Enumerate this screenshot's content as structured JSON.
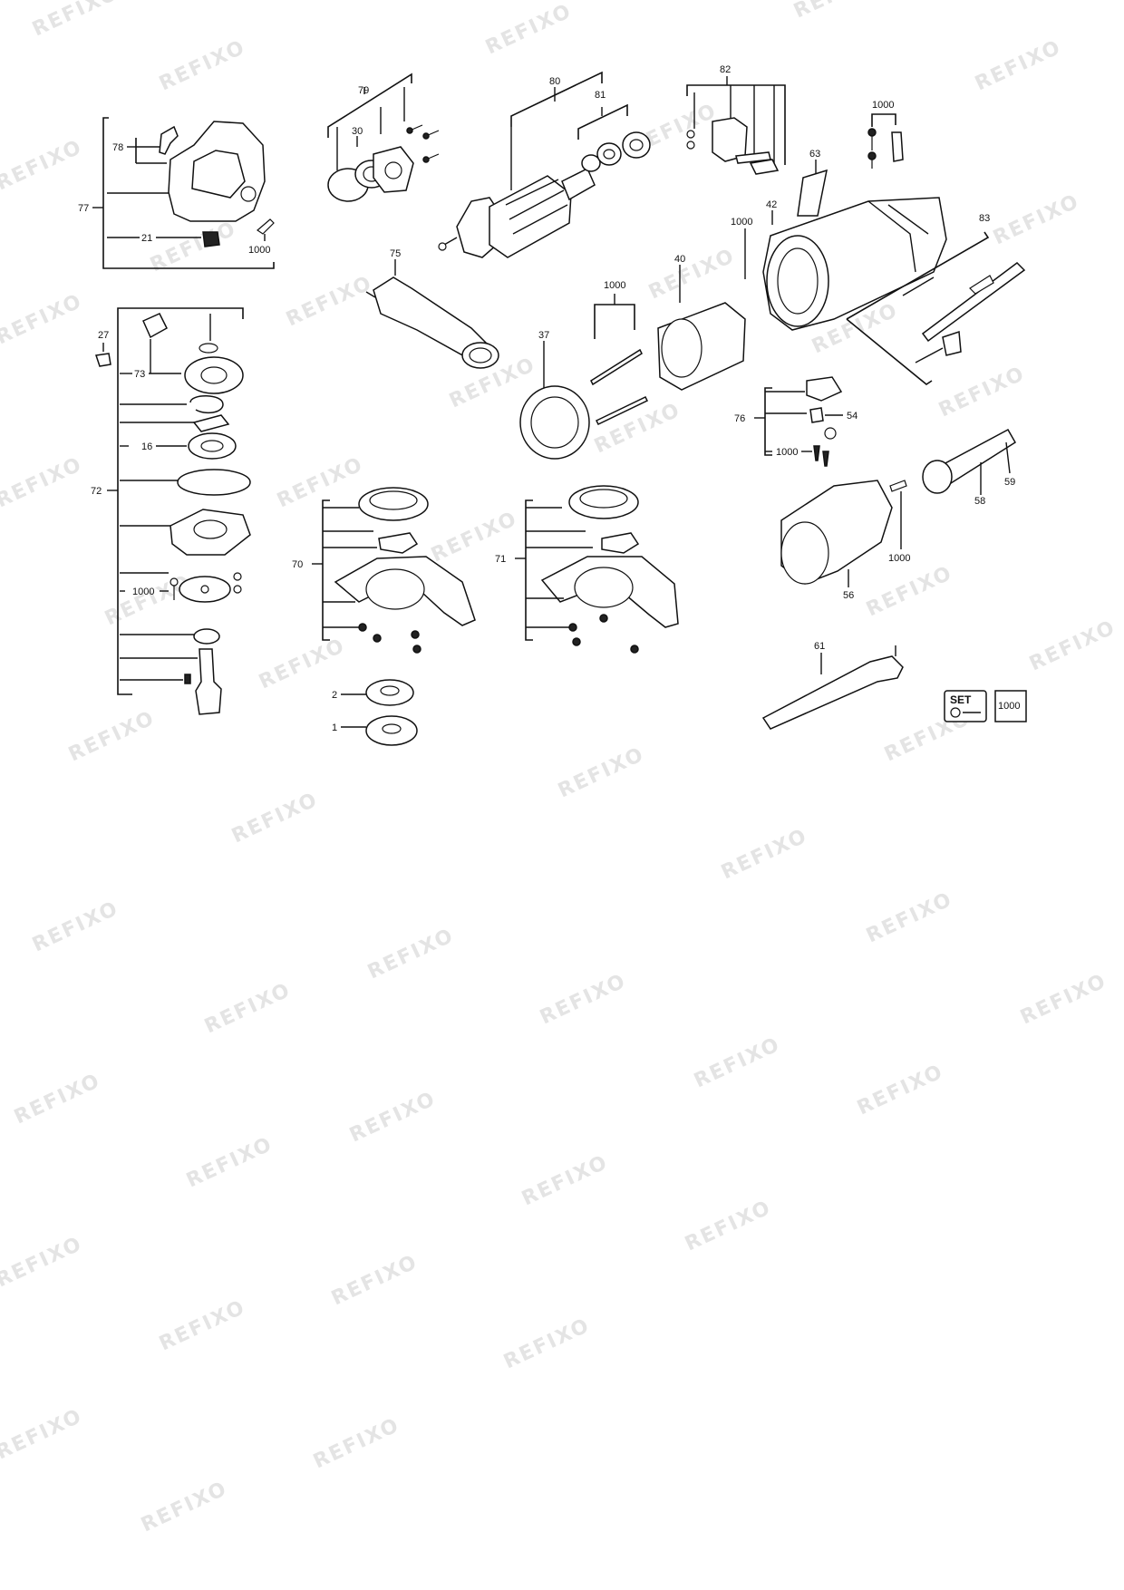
{
  "watermark": {
    "text": "REFIXO",
    "color": "#e4e4e4"
  },
  "labels": {
    "p77": "77",
    "p78": "78",
    "p21": "21",
    "p1000_top_left": "1000",
    "p79": "79",
    "p30": "30",
    "p80": "80",
    "p81": "81",
    "p82": "82",
    "p1000_switch": "1000",
    "p63": "63",
    "p42": "42",
    "p1000_housing": "1000",
    "p83": "83",
    "p75": "75",
    "p1000_screws": "1000",
    "p40": "40",
    "p37": "37",
    "p27": "27",
    "p73": "73",
    "p16": "16",
    "p72": "72",
    "p1000_gear": "1000",
    "p70": "70",
    "p71": "71",
    "p76": "76",
    "p54": "54",
    "p1000_brush": "1000",
    "p58": "58",
    "p59": "59",
    "p1000_cover": "1000",
    "p56": "56",
    "p2": "2",
    "p1": "1",
    "p61": "61",
    "set_label": "SET",
    "set_number": "1000"
  },
  "colors": {
    "line": "#111111",
    "background": "#ffffff"
  }
}
